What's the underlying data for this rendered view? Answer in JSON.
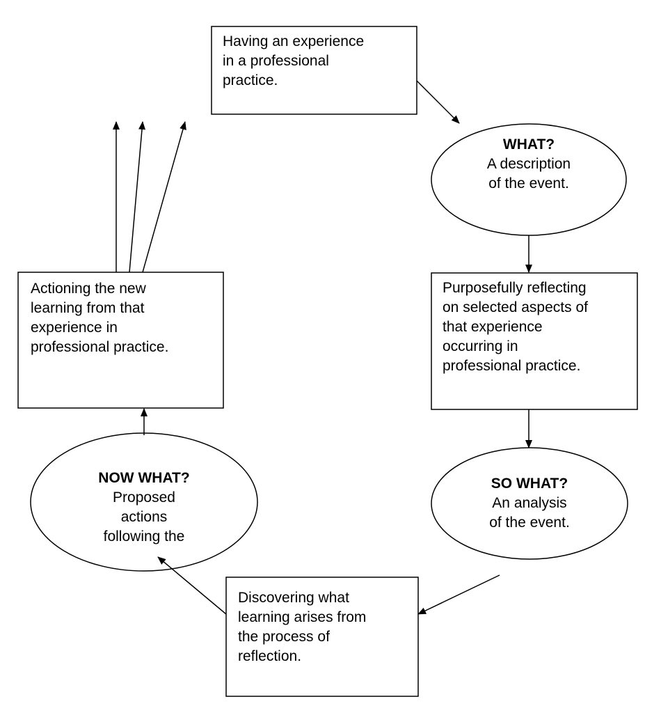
{
  "nodes": {
    "experience": {
      "lines": [
        "Having an experience",
        "in a professional",
        "practice."
      ]
    },
    "what": {
      "heading": "WHAT?",
      "lines": [
        "A description",
        "of the event."
      ]
    },
    "reflecting": {
      "lines": [
        "Purposefully reflecting",
        "on selected aspects of",
        "that experience",
        "occurring in",
        "professional practice."
      ]
    },
    "so_what": {
      "heading": "SO WHAT?",
      "lines": [
        "An analysis",
        "of the event."
      ]
    },
    "discovering": {
      "lines": [
        "Discovering what",
        "learning arises from",
        "the process of",
        "reflection."
      ]
    },
    "now_what": {
      "heading": "NOW WHAT?",
      "lines": [
        "Proposed",
        "actions",
        "following the"
      ]
    },
    "actioning": {
      "lines": [
        "Actioning the new",
        "learning from that",
        "experience in",
        "professional practice."
      ]
    }
  },
  "colors": {
    "stroke": "#000000",
    "fill": "#ffffff",
    "text": "#000000"
  }
}
